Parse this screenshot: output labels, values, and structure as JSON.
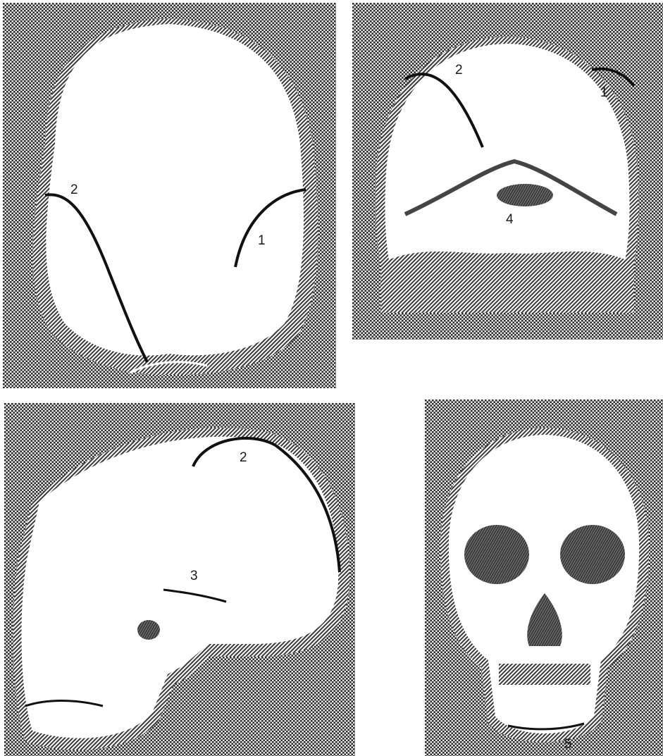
{
  "colors": {
    "background_pattern": "#3a3a3a",
    "bone": "#ffffff",
    "shading": "#555555",
    "suture_line": "#111111",
    "label_text": "#1a1a1a"
  },
  "panels": [
    {
      "view": "superior",
      "labels": [
        "2",
        "1"
      ]
    },
    {
      "view": "posterior",
      "labels": [
        "2",
        "1",
        "4"
      ]
    },
    {
      "view": "lateral",
      "labels": [
        "2",
        "3"
      ]
    },
    {
      "view": "anterior",
      "labels": [
        "5"
      ]
    }
  ],
  "labels": {
    "top_view_2": "2",
    "top_view_1": "1",
    "back_view_2": "2",
    "back_view_1": "1",
    "back_view_4": "4",
    "side_view_2": "2",
    "side_view_3": "3",
    "front_view_5": "5"
  }
}
